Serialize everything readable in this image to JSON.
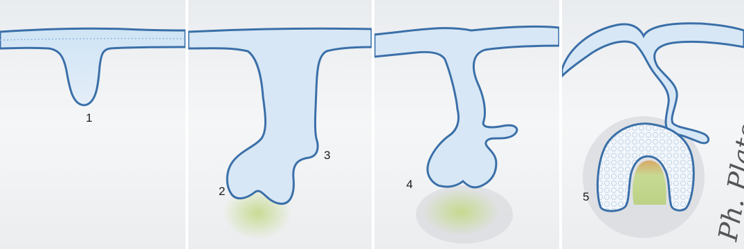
{
  "figure": {
    "panels": [
      {
        "stage_label": "1"
      },
      {
        "stage_labels": [
          "2",
          "3"
        ]
      },
      {
        "stage_label": "4"
      },
      {
        "stage_label": "5"
      }
    ],
    "signature": "Ph. Plateau",
    "colors": {
      "epithelium_fill": "#c9e0f3",
      "epithelium_outline": "#3a6fa8",
      "mesenchyme_fill": "#eef3f8",
      "condensation": "#c4d98a",
      "background": "#f4f4f4"
    }
  }
}
